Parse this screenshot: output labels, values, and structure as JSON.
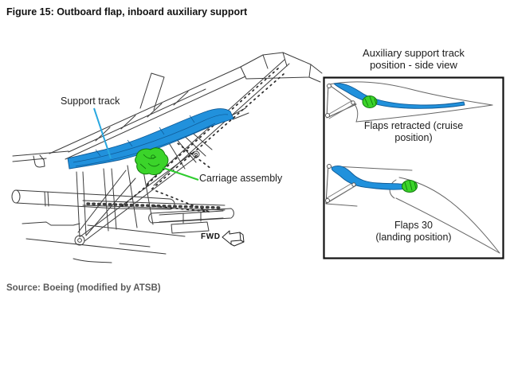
{
  "page": {
    "title": "Figure 15: Outboard flap, inboard auxiliary support",
    "source_credit": "Source: Boeing (modified by ATSB)"
  },
  "main_diagram": {
    "description": "Isometric cutaway drawing of outboard flap inboard auxiliary support",
    "labels": {
      "support_track": "Support track",
      "carriage_assembly": "Carriage assembly",
      "fwd_marker": "FWD"
    },
    "colors": {
      "support_track_highlight": "#2191dc",
      "carriage_highlight": "#3bd42a",
      "support_track_leader": "#29a8e0",
      "carriage_leader": "#2ecc2e",
      "line_art": "#3c3c3c"
    }
  },
  "inset_panel": {
    "heading_line1": "Auxiliary support track",
    "heading_line2": "position - side view",
    "views": [
      {
        "caption_line1": "Flaps retracted (cruise",
        "caption_line2": "position)"
      },
      {
        "caption_line1": "Flaps 30",
        "caption_line2": "(landing position)"
      }
    ]
  }
}
